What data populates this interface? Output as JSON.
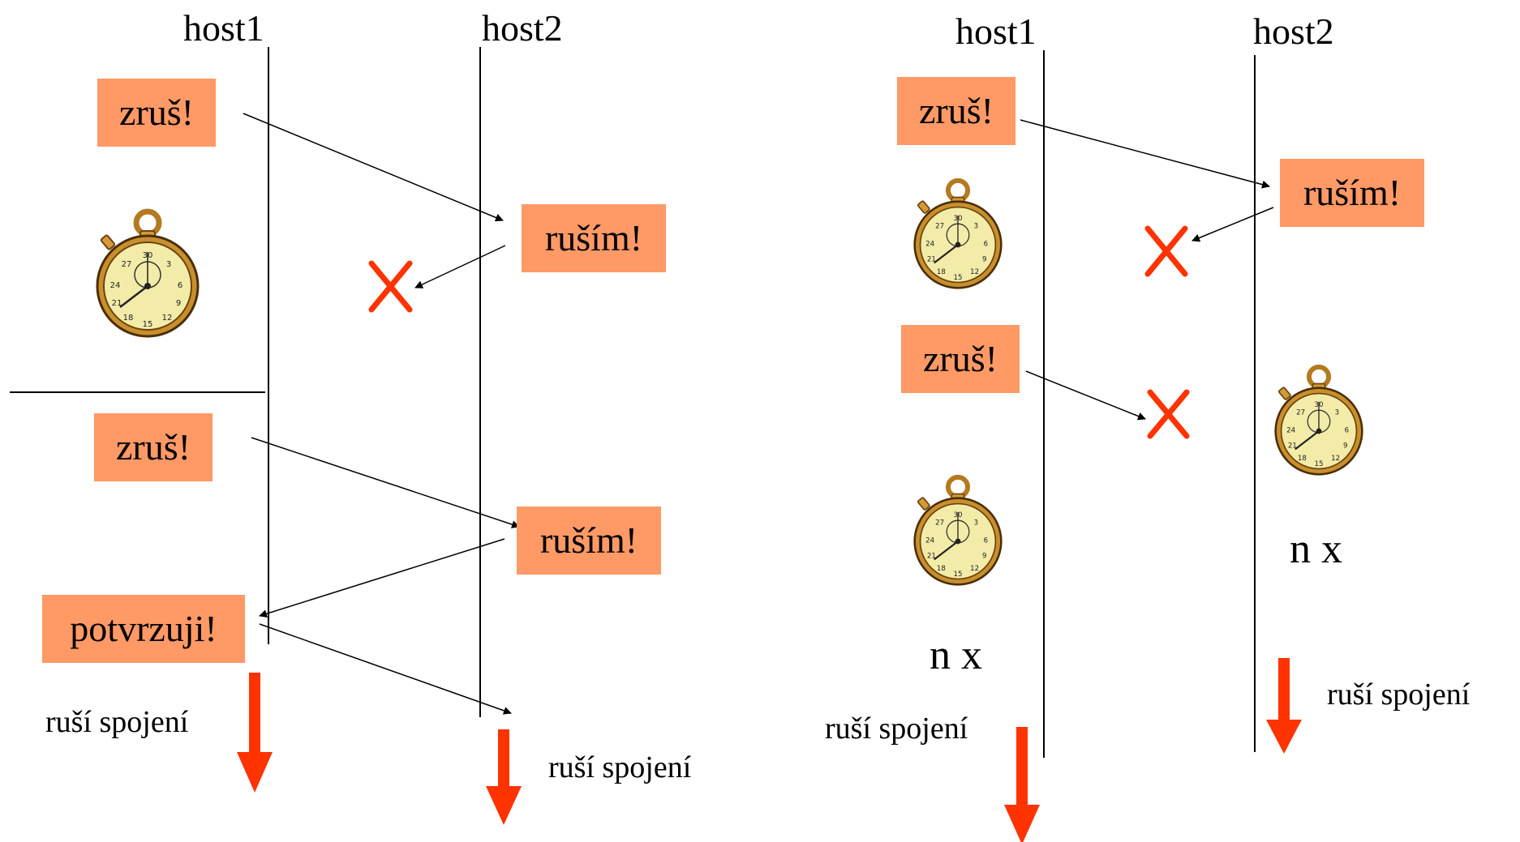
{
  "colors": {
    "message_box": "#ff9966",
    "teardown_arrow": "#ff3300",
    "lost_marker": "#ff3300",
    "lines": "#000000",
    "stopwatch_face": "#f3eba8",
    "stopwatch_case": "#c98f2c"
  },
  "left": {
    "host1": "host1",
    "host2": "host2",
    "msg_zrus_1": "zruš!",
    "msg_rusim_1": "ruším!",
    "msg_zrus_2": "zruš!",
    "msg_rusim_2": "ruším!",
    "msg_potvrzuji": "potvrzuji!",
    "teardown_host1": "ruší spojení",
    "teardown_host2": "ruší spojení"
  },
  "right": {
    "host1": "host1",
    "host2": "host2",
    "msg_zrus_1": "zruš!",
    "msg_rusim_1": "ruším!",
    "msg_zrus_2": "zruš!",
    "repeat_host1": "n x",
    "repeat_host2": "n x",
    "teardown_host1": "ruší spojení",
    "teardown_host2": "ruší spojení"
  },
  "icons": {
    "stopwatch": "stopwatch-icon",
    "lost_message": "x-cross-icon",
    "teardown": "down-arrow-icon"
  }
}
